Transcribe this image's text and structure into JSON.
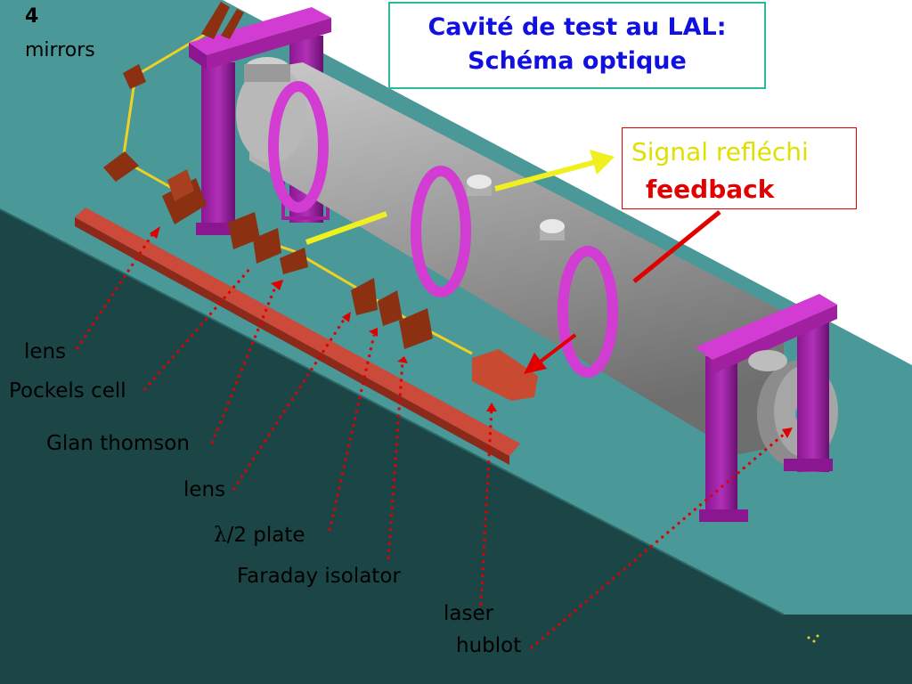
{
  "title": {
    "line1": "Cavité de test au LAL:",
    "line2": "Schéma optique"
  },
  "signal_box": {
    "line1": "Signal refléchi",
    "line2": "feedback"
  },
  "labels": {
    "mirrors_count": "4",
    "mirrors": "mirrors",
    "lens_top": "lens",
    "pockels_cell": "Pockels cell",
    "glan_thomson": "Glan thomson",
    "lens_bottom": "lens",
    "lambda_symbol": "λ",
    "half_plate": "/2 plate",
    "faraday_isolator": "Faraday isolator",
    "laser": "laser",
    "hublot": "hublot"
  },
  "colors": {
    "table_top": "#4a9898",
    "table_side": "#1c4646",
    "cavity_tube": "#9a9a9a",
    "supports": "#a020a0",
    "clamps": "#d23cd2",
    "optics": "#8b3010",
    "rail": "#cc4a3a",
    "beam": "#f0d020",
    "arrow_yellow": "#f0f020",
    "arrow_red": "#e00000",
    "title_text": "#1010e0",
    "title_border": "#2bb9a0"
  }
}
